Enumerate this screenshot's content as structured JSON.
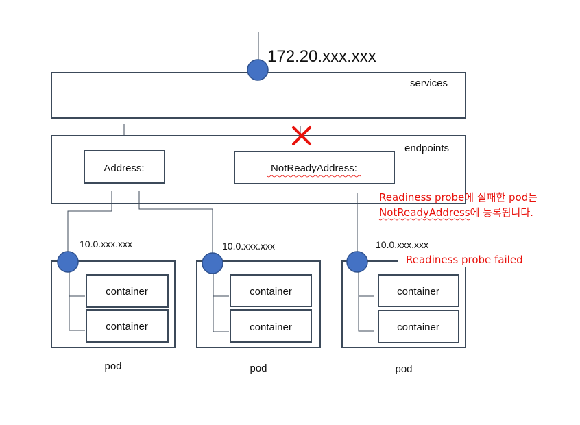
{
  "service_ip": "172.20.xxx.xxx",
  "services_label": "services",
  "endpoints_label": "endpoints",
  "address_label": "Address:",
  "not_ready_label": "NotReadyAddress:",
  "annotation": {
    "line1_a": "Readiness probe",
    "line1_b": "에 실패한 ",
    "line1_c": "pod",
    "line1_d": "는",
    "line2_a": "NotReadyAddress",
    "line2_b": "에 등록됩니다."
  },
  "pods": [
    {
      "ip": "10.0.xxx.xxx",
      "label": "pod",
      "containers": [
        "container",
        "container"
      ]
    },
    {
      "ip": "10.0.xxx.xxx",
      "label": "pod",
      "containers": [
        "container",
        "container"
      ]
    },
    {
      "ip": "10.0.xxx.xxx",
      "label": "pod",
      "containers": [
        "container",
        "container"
      ],
      "status": "Readiness probe failed"
    }
  ],
  "colors": {
    "node": "#4472c4",
    "border": "#3c4a5a",
    "alert": "#e8120c"
  }
}
